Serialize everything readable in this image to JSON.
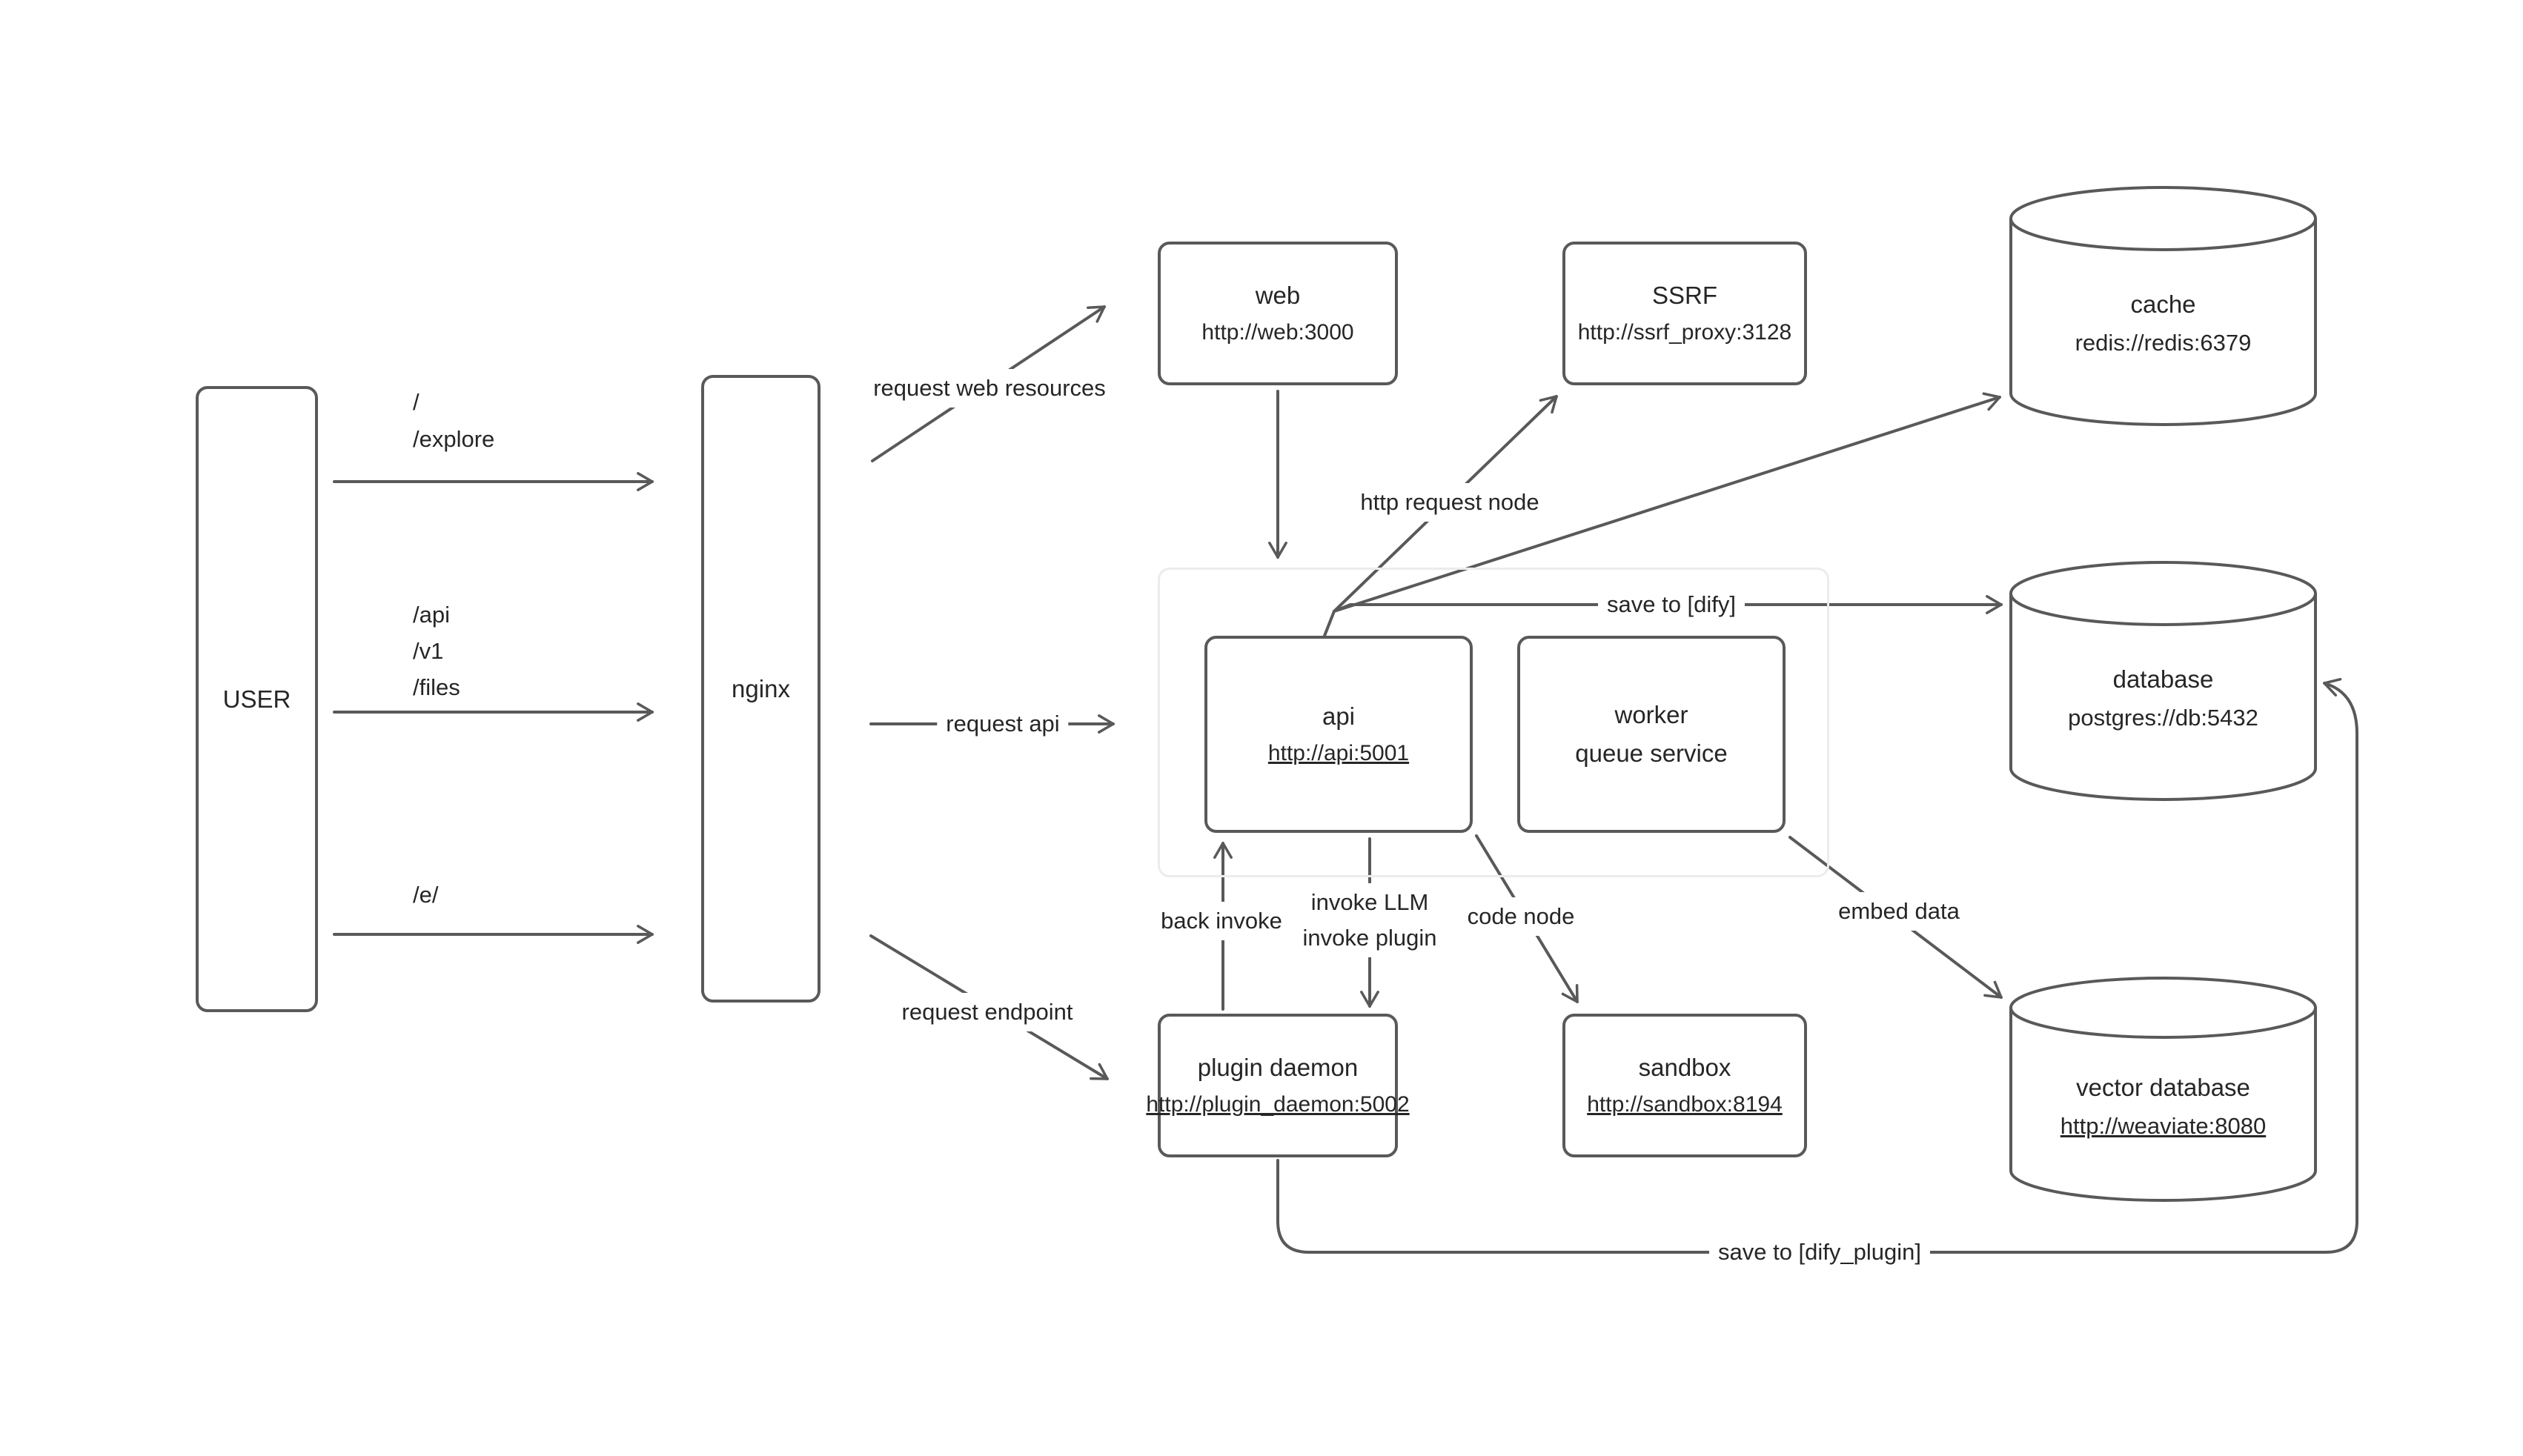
{
  "canvas": {
    "stroke_color": "#595959",
    "text_color": "#262626",
    "background": "#ffffff"
  },
  "nodes": {
    "user": {
      "label": "USER"
    },
    "nginx": {
      "label": "nginx"
    },
    "web": {
      "label": "web",
      "url": "http://web:3000"
    },
    "ssrf": {
      "label": "SSRF",
      "url": "http://ssrf_proxy:3128"
    },
    "cache": {
      "label": "cache",
      "url": "redis://redis:6379"
    },
    "database": {
      "label": "database",
      "url": "postgres://db:5432"
    },
    "vector_database": {
      "label": "vector database",
      "url": "http://weaviate:8080"
    },
    "api": {
      "label": "api",
      "url": "http://api:5001"
    },
    "worker": {
      "label": "worker",
      "sublabel": "queue service"
    },
    "plugin_daemon": {
      "label": "plugin daemon",
      "url": "http://plugin_daemon:5002"
    },
    "sandbox": {
      "label": "sandbox",
      "url": "http://sandbox:8194"
    }
  },
  "routes": {
    "root": "/",
    "explore": "/explore",
    "api": "/api",
    "v1": "/v1",
    "files": "/files",
    "e": "/e/"
  },
  "edge_labels": {
    "request_web_resources": "request web resources",
    "request_api": "request api",
    "request_endpoint": "request endpoint",
    "http_request_node": "http request node",
    "save_to_dify": "save to [dify]",
    "invoke_llm": "invoke LLM",
    "invoke_plugin": "invoke plugin",
    "back_invoke": "back invoke",
    "code_node": "code node",
    "embed_data": "embed data",
    "save_to_dify_plugin": "save to [dify_plugin]"
  }
}
